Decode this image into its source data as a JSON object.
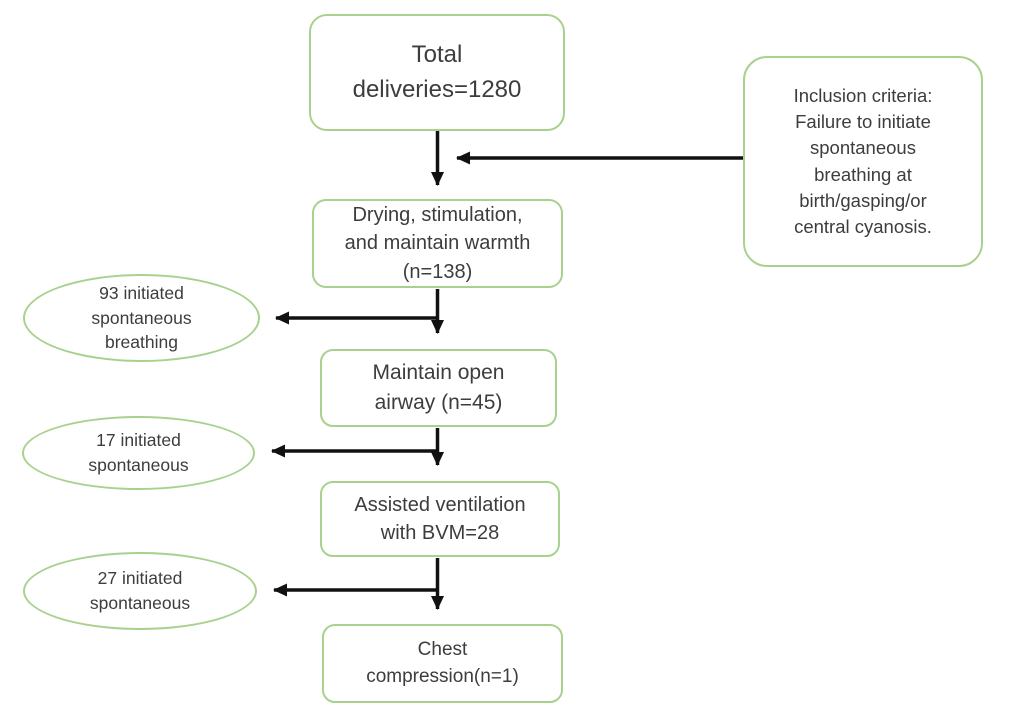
{
  "colors": {
    "node_border": "#a9d18e",
    "arrow": "#111111",
    "text": "#3d3d3d",
    "background": "#ffffff"
  },
  "flow": {
    "nodes": {
      "total": {
        "text": "Total\ndeliveries=1280"
      },
      "inclusion": {
        "text": "Inclusion criteria:\nFailure to initiate\nspontaneous\nbreathing at\nbirth/gasping/or\ncentral cyanosis."
      },
      "drying": {
        "text": "Drying, stimulation,\nand maintain warmth\n(n=138)"
      },
      "breathing93": {
        "text": "93 initiated\nspontaneous\nbreathing"
      },
      "airway": {
        "text": "Maintain open\nairway (n=45)"
      },
      "spontaneous17": {
        "text": "17 initiated\nspontaneous"
      },
      "ventilation": {
        "text": "Assisted ventilation\nwith BVM=28"
      },
      "spontaneous27": {
        "text": "27 initiated\nspontaneous"
      },
      "chest": {
        "text": "Chest\ncompression(n=1)"
      }
    }
  }
}
